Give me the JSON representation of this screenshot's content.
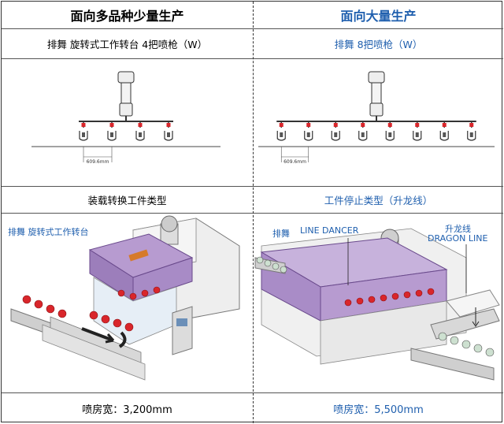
{
  "left": {
    "header": "面向多品种少量生产",
    "subtitle": "排舞  旋转式工作转台 4把喷枪（W）",
    "dimension": "609.6mm",
    "section_title": "装载转换工件类型",
    "illustration_label": "排舞  旋转式工作转台",
    "footer": "喷房宽：3,200mm",
    "gun_count": 4
  },
  "right": {
    "header": "面向大量生产",
    "subtitle": "排舞 8把喷枪（W）",
    "dimension": "609.6mm",
    "section_title": "工件停止类型（升龙线）",
    "label_paidui": "排舞",
    "label_line_dancer": "LINE DANCER",
    "label_shenglong_cn": "升龙线",
    "label_dragon_line": "DRAGON LINE",
    "footer": "喷房宽：5,500mm",
    "gun_count": 8
  },
  "colors": {
    "header_blue": "#1f5fae",
    "purple_hood": "#b79bd0",
    "gun_red": "#d9262b"
  }
}
